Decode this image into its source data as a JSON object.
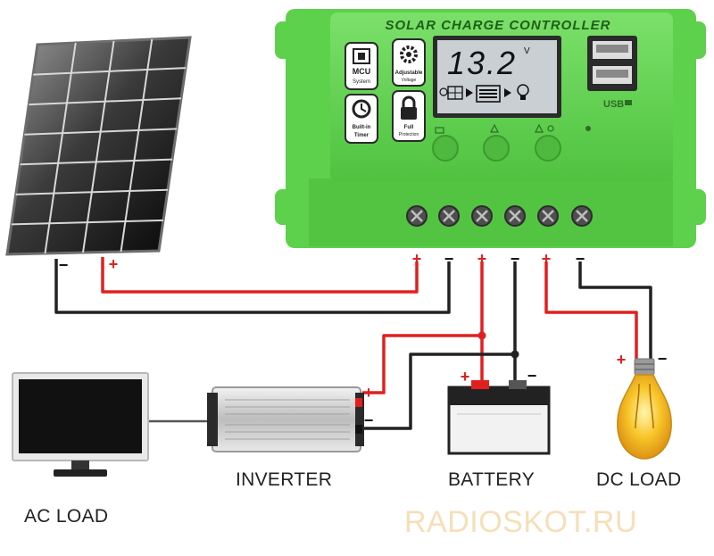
{
  "controller": {
    "title": "SOLAR CHARGE CONTROLLER",
    "voltage": "13.2",
    "voltage_unit": "V",
    "badges": [
      {
        "icon": "chip-icon",
        "line1": "MCU",
        "line2": "System"
      },
      {
        "icon": "gear-icon",
        "line1": "Adjustable",
        "line2": "Voltage"
      },
      {
        "icon": "clock-icon",
        "line1": "Built-in",
        "line2": "Timer"
      },
      {
        "icon": "lock-icon",
        "line1": "Full",
        "line2": "Protection"
      }
    ],
    "usb_label": "USB",
    "terminal_count": 6
  },
  "polarity": {
    "plus": "+",
    "minus": "−"
  },
  "labels": {
    "ac_load": "AC LOAD",
    "inverter": "INVERTER",
    "battery": "BATTERY",
    "dc_load": "DC LOAD"
  },
  "watermark": "RADIOSKOT.RU",
  "colors": {
    "controller_green": "#5ed14c",
    "controller_dark": "#3f9c33",
    "wire_red": "#e02020",
    "wire_black": "#222222",
    "lcd": "#c9cfd3",
    "bulb": "#f7c52a"
  }
}
